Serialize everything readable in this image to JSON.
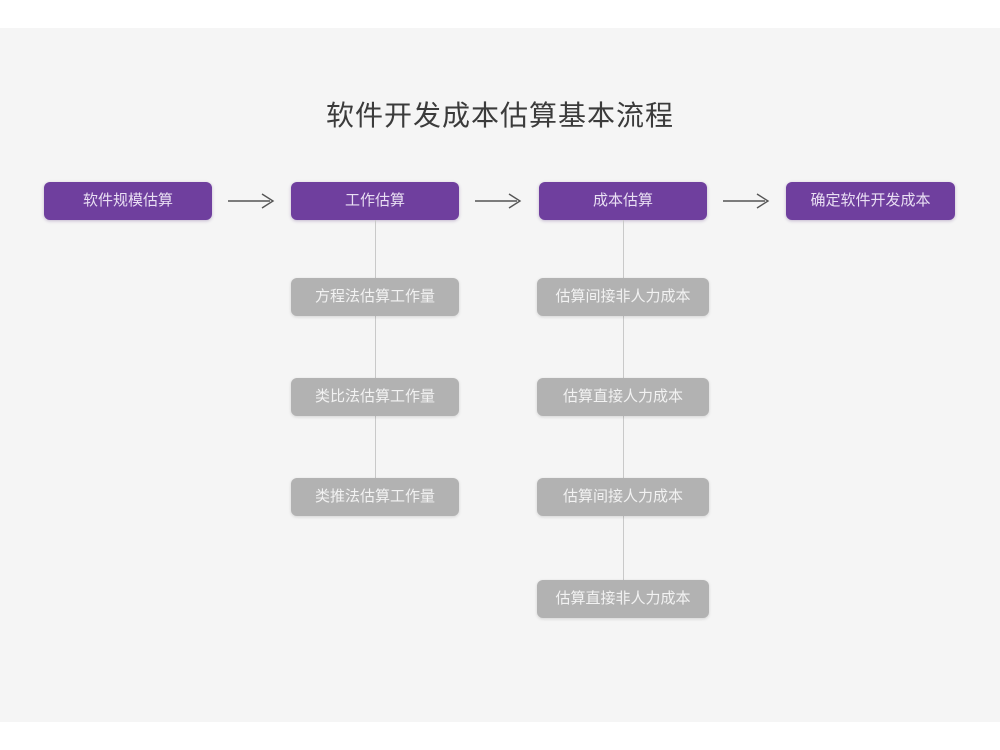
{
  "page": {
    "background_color": "#ffffff",
    "card_color": "#f5f5f5"
  },
  "diagram": {
    "title": "软件开发成本估算基本流程",
    "accent_color": "#6f3f9e",
    "secondary_color": "#b2b2b2",
    "connector_color": "#c9c9c9",
    "arrow_color": "#555555",
    "primary_steps": [
      {
        "id": "step-1",
        "label": "软件规模估算"
      },
      {
        "id": "step-2",
        "label": "工作估算"
      },
      {
        "id": "step-3",
        "label": "成本估算"
      },
      {
        "id": "step-4",
        "label": "确定软件开发成本"
      }
    ],
    "arrows": [
      {
        "id": "arrow-1",
        "glyph": "arrow-right-icon"
      },
      {
        "id": "arrow-2",
        "glyph": "arrow-right-icon"
      },
      {
        "id": "arrow-3",
        "glyph": "arrow-right-icon"
      }
    ],
    "sub_columns": [
      {
        "id": "subcolumn-work-estimation",
        "parent": "工作估算",
        "items": [
          {
            "id": "work-1",
            "label": "方程法估算工作量"
          },
          {
            "id": "work-2",
            "label": "类比法估算工作量"
          },
          {
            "id": "work-3",
            "label": "类推法估算工作量"
          }
        ]
      },
      {
        "id": "subcolumn-cost-estimation",
        "parent": "成本估算",
        "items": [
          {
            "id": "cost-1",
            "label": "估算间接非人力成本"
          },
          {
            "id": "cost-2",
            "label": "估算直接人力成本"
          },
          {
            "id": "cost-3",
            "label": "估算间接人力成本"
          },
          {
            "id": "cost-4",
            "label": "估算直接非人力成本"
          }
        ]
      }
    ]
  }
}
